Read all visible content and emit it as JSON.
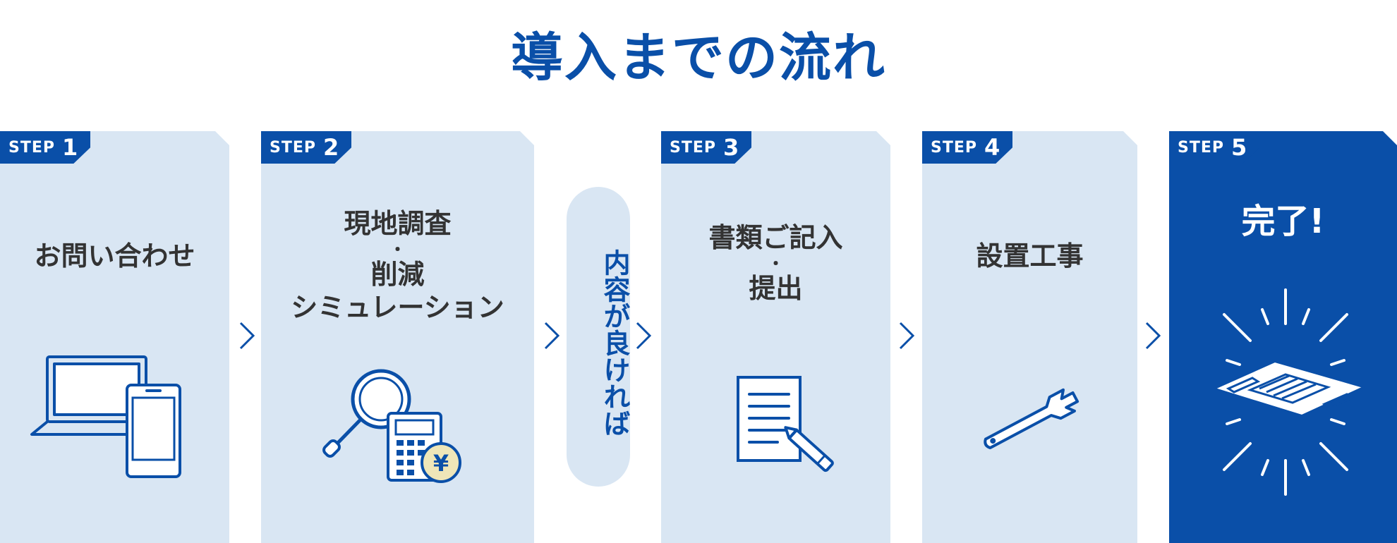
{
  "title": "導入までの流れ",
  "steps": [
    {
      "label": "STEP",
      "num": "1",
      "text": "お問い合わせ"
    },
    {
      "label": "STEP",
      "num": "2",
      "text_lines": [
        "現地調査",
        "・",
        "削減",
        "シミュレーション"
      ]
    },
    {
      "label": "STEP",
      "num": "3",
      "text_lines": [
        "書類ご記入",
        "・",
        "提出"
      ]
    },
    {
      "label": "STEP",
      "num": "4",
      "text": "設置工事"
    },
    {
      "label": "STEP",
      "num": "5",
      "text": "完了!"
    }
  ],
  "condition": "内容が良ければ",
  "icons": [
    "laptop-phone-icon",
    "magnifier-calculator-yen-icon",
    "document-pen-icon",
    "wrench-icon",
    "air-conditioner-sparkle-icon"
  ],
  "colors": {
    "brand": "#0a4fa8",
    "card": "#d9e6f3",
    "text": "#333333",
    "yen": "#efe6b8"
  }
}
